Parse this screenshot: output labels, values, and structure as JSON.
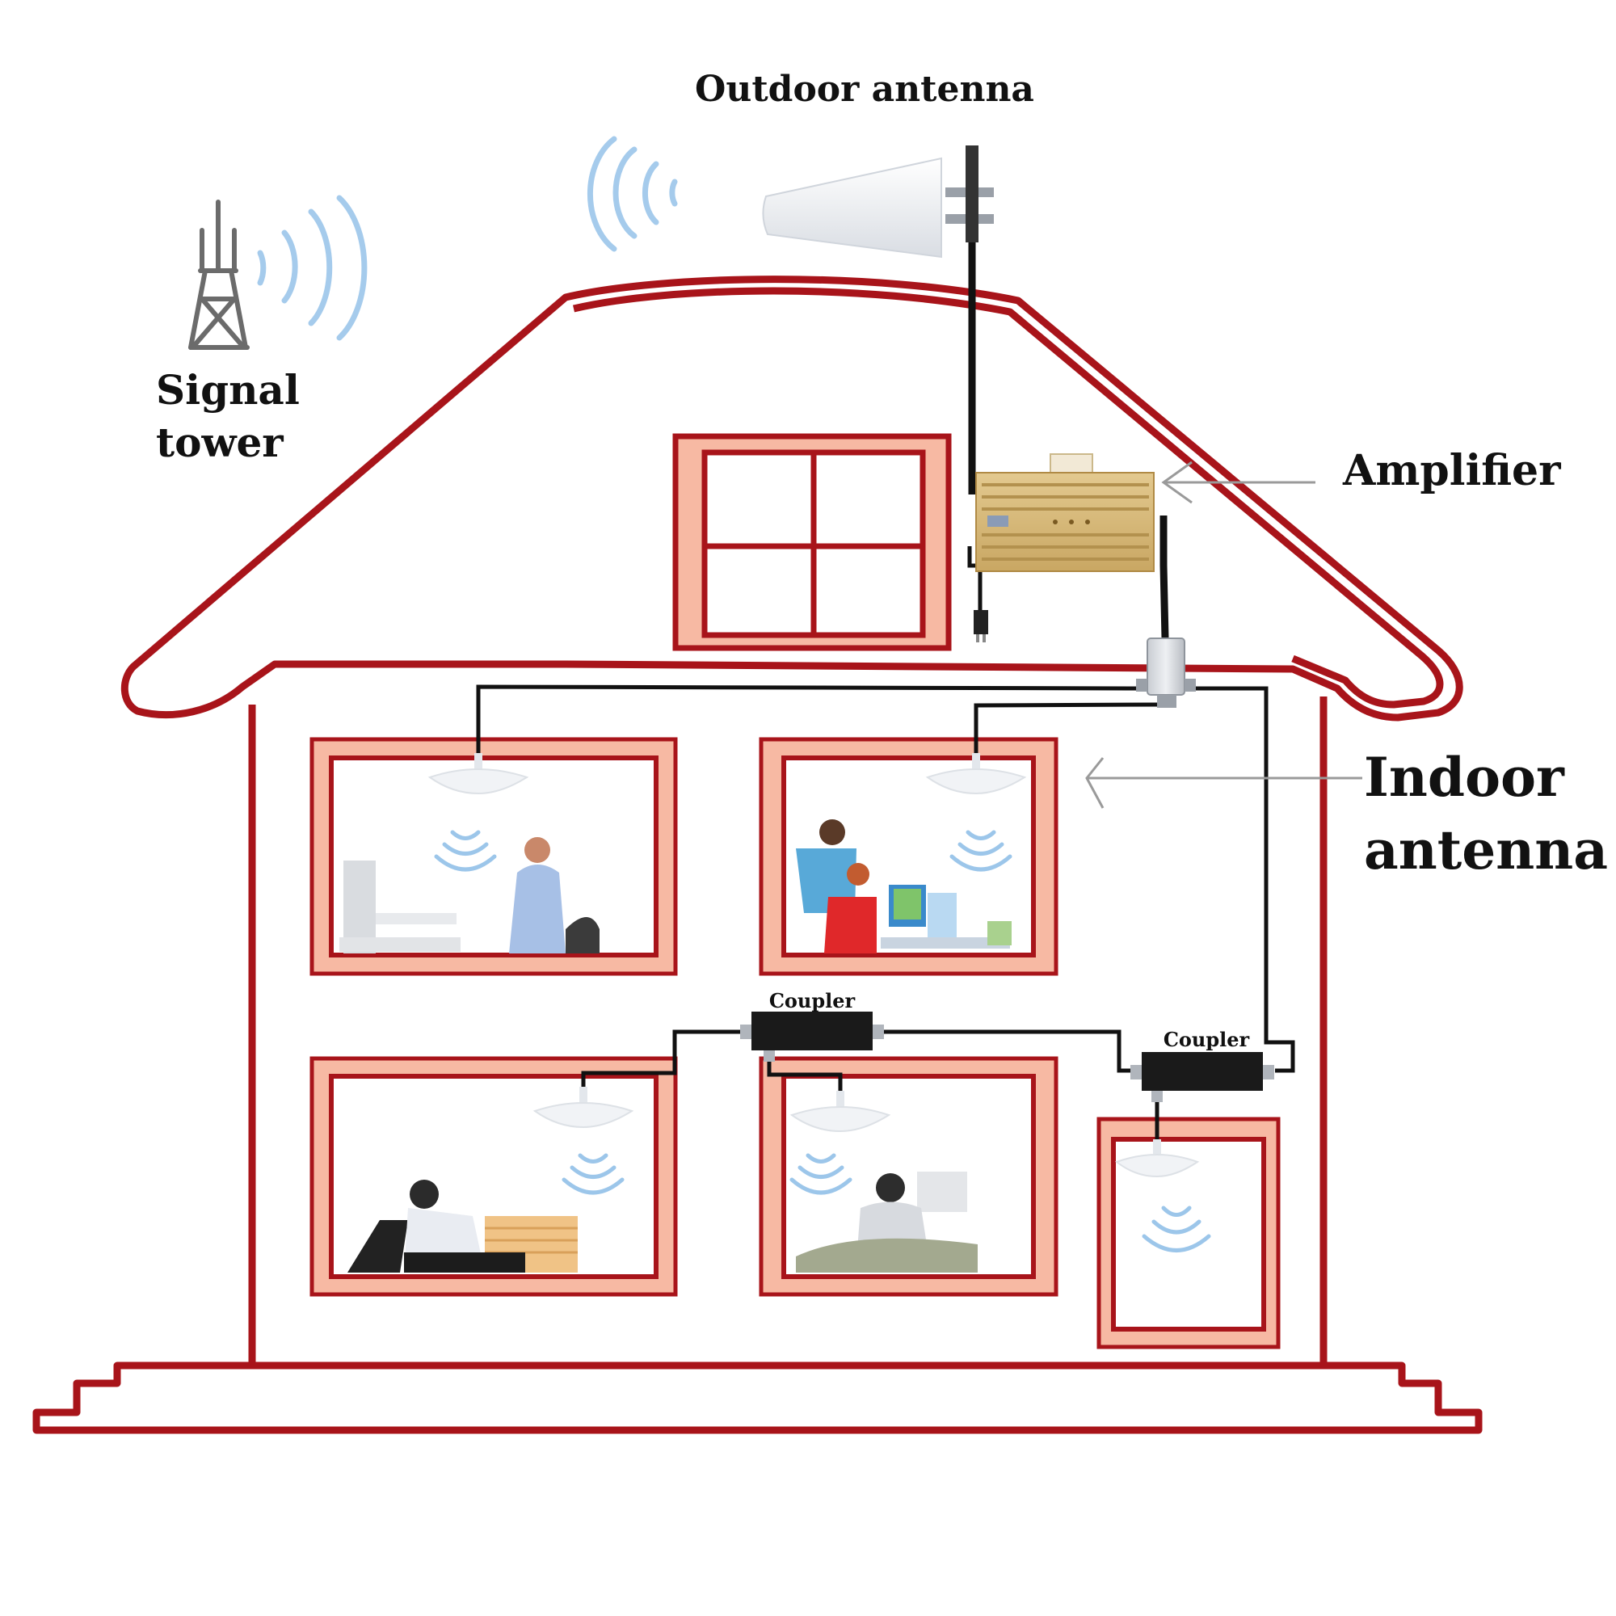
{
  "labels": {
    "outdoor_antenna": "Outdoor antenna",
    "signal_tower_line1": "Signal",
    "signal_tower_line2": "tower",
    "amplifier": "Amplifier",
    "indoor_antenna_line1": "Indoor",
    "indoor_antenna_line2": "antenna",
    "coupler_left": "Coupler",
    "coupler_right": "Coupler"
  },
  "colors": {
    "house_outline": "#a8141a",
    "window_fill": "#f7b9a3",
    "signal_wave": "#9cc6ea",
    "cable": "#111111",
    "amplifier_gold": "#d6b775",
    "coupler_body": "#1a1a1a",
    "tower_gray": "#6b6b6b"
  },
  "icons": {
    "tower": "signal-tower-icon",
    "outdoor_antenna": "yagi-antenna-icon",
    "amplifier": "signal-amplifier-icon",
    "splitter": "power-splitter-icon",
    "ceiling_antenna": "ceiling-antenna-icon",
    "coupler": "coupler-icon",
    "wave": "wireless-wave-icon"
  }
}
